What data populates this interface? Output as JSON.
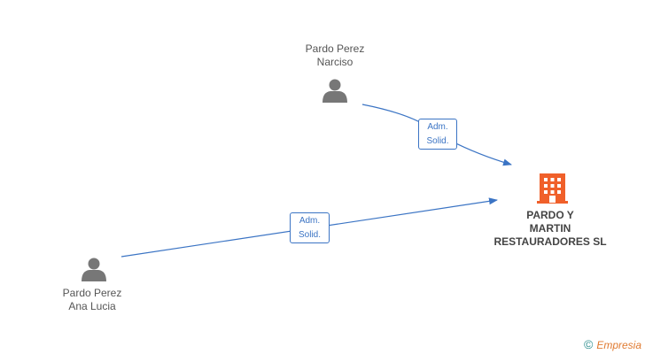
{
  "nodes": {
    "person_top": {
      "name_line1": "Pardo Perez",
      "name_line2": "Narciso",
      "icon": "person-icon"
    },
    "person_bottom": {
      "name_line1": "Pardo Perez",
      "name_line2": "Ana Lucia",
      "icon": "person-icon"
    },
    "company": {
      "line1": "PARDO Y",
      "line2": "MARTIN",
      "line3": "RESTAURADORES SL",
      "icon": "building-icon"
    }
  },
  "edges": [
    {
      "from": "person_top",
      "to": "company",
      "label_line1": "Adm.",
      "label_line2": "Solid."
    },
    {
      "from": "person_bottom",
      "to": "company",
      "label_line1": "Adm.",
      "label_line2": "Solid."
    }
  ],
  "watermark": {
    "symbol": "©",
    "text": "Empresia"
  },
  "colors": {
    "edge": "#3b74c4",
    "person": "#777777",
    "company": "#f0602a"
  }
}
